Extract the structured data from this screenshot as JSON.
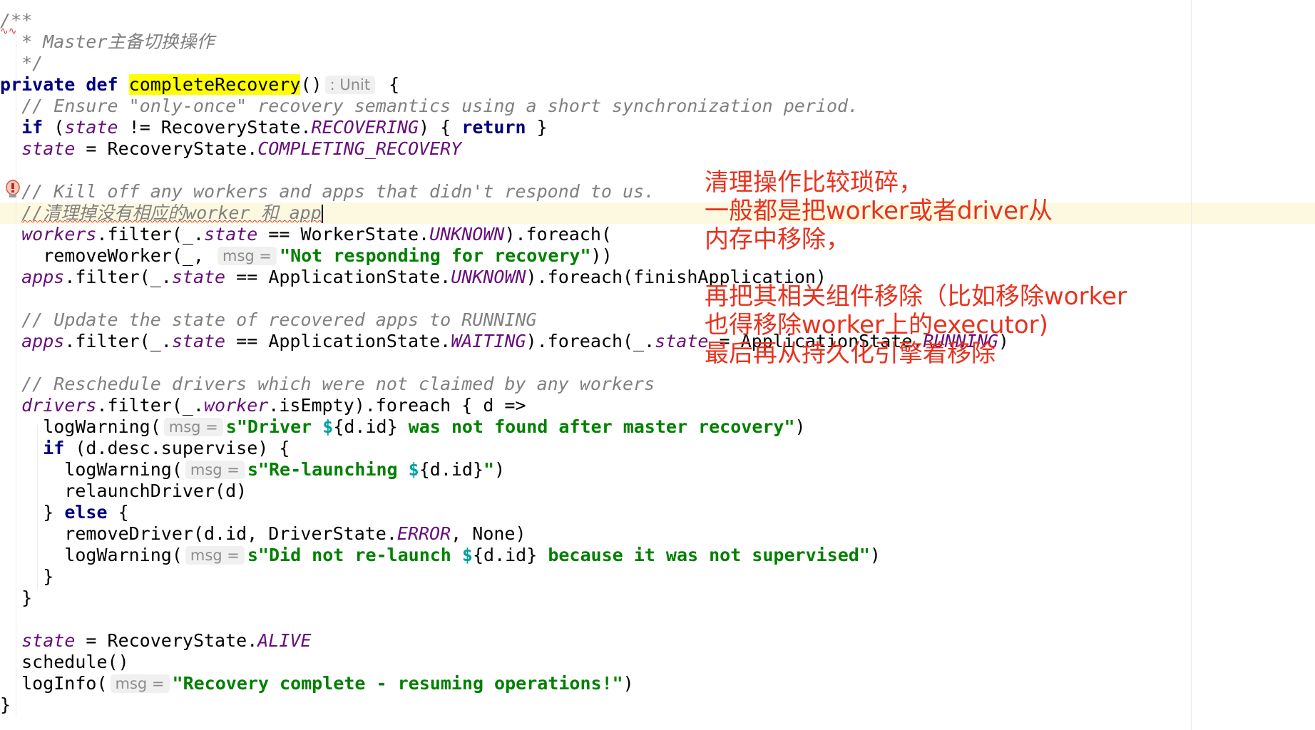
{
  "code_lines": [
    {
      "parts": [
        {
          "t": "/**",
          "c": "c"
        }
      ]
    },
    {
      "parts": [
        {
          "t": "  * Master主备切换操作",
          "c": "c"
        }
      ]
    },
    {
      "parts": [
        {
          "t": "  */",
          "c": "c"
        }
      ]
    },
    {
      "parts": [
        {
          "t": "private",
          "c": "k"
        },
        {
          "t": " "
        },
        {
          "t": "def",
          "c": "k"
        },
        {
          "t": " "
        },
        {
          "t": "completeRecovery",
          "c": "hl"
        },
        {
          "t": "()"
        },
        {
          "hint": ": Unit"
        },
        {
          "t": " {"
        }
      ]
    },
    {
      "parts": [
        {
          "t": "  "
        },
        {
          "t": "// Ensure \"only-once\" recovery semantics using a short synchronization period.",
          "c": "c"
        }
      ]
    },
    {
      "parts": [
        {
          "t": "  "
        },
        {
          "t": "if",
          "c": "k"
        },
        {
          "t": " ("
        },
        {
          "t": "state",
          "c": "f"
        },
        {
          "t": " != RecoveryState."
        },
        {
          "t": "RECOVERING",
          "c": "f"
        },
        {
          "t": ") { "
        },
        {
          "t": "return",
          "c": "k"
        },
        {
          "t": " }"
        }
      ]
    },
    {
      "parts": [
        {
          "t": "  "
        },
        {
          "t": "state",
          "c": "f"
        },
        {
          "t": " = RecoveryState."
        },
        {
          "t": "COMPLETING_RECOVERY",
          "c": "f"
        }
      ]
    },
    {
      "parts": []
    },
    {
      "parts": [
        {
          "t": "  "
        },
        {
          "t": "// Kill off any workers and apps that didn't respond to us.",
          "c": "c"
        }
      ]
    },
    {
      "parts": [
        {
          "t": "  "
        },
        {
          "t": "//清理掉没有相应的worker 和 app",
          "c": "cw"
        },
        {
          "caret": true
        }
      ]
    },
    {
      "parts": [
        {
          "t": "  "
        },
        {
          "t": "workers",
          "c": "f"
        },
        {
          "t": ".filter(_."
        },
        {
          "t": "state",
          "c": "f"
        },
        {
          "t": " == WorkerState."
        },
        {
          "t": "UNKNOWN",
          "c": "f"
        },
        {
          "t": ").foreach("
        }
      ]
    },
    {
      "parts": [
        {
          "t": "    removeWorker(_, "
        },
        {
          "hint": "msg ="
        },
        {
          "t": "\"Not responding for recovery\"",
          "c": "s"
        },
        {
          "t": "))"
        }
      ]
    },
    {
      "parts": [
        {
          "t": "  "
        },
        {
          "t": "apps",
          "c": "f"
        },
        {
          "t": ".filter(_."
        },
        {
          "t": "state",
          "c": "f"
        },
        {
          "t": " == ApplicationState."
        },
        {
          "t": "UNKNOWN",
          "c": "f"
        },
        {
          "t": ").foreach(finishApplication)"
        }
      ]
    },
    {
      "parts": []
    },
    {
      "parts": [
        {
          "t": "  "
        },
        {
          "t": "// Update the state of recovered apps to RUNNING",
          "c": "c"
        }
      ]
    },
    {
      "parts": [
        {
          "t": "  "
        },
        {
          "t": "apps",
          "c": "f"
        },
        {
          "t": ".filter(_."
        },
        {
          "t": "state",
          "c": "f"
        },
        {
          "t": " == ApplicationState."
        },
        {
          "t": "WAITING",
          "c": "f"
        },
        {
          "t": ").foreach(_."
        },
        {
          "t": "state",
          "c": "f"
        },
        {
          "t": " = ApplicationState."
        },
        {
          "t": "RUNNING",
          "c": "f"
        },
        {
          "t": ")"
        }
      ]
    },
    {
      "parts": []
    },
    {
      "parts": [
        {
          "t": "  "
        },
        {
          "t": "// Reschedule drivers which were not claimed by any workers",
          "c": "c"
        }
      ]
    },
    {
      "parts": [
        {
          "t": "  "
        },
        {
          "t": "drivers",
          "c": "f"
        },
        {
          "t": ".filter(_."
        },
        {
          "t": "worker",
          "c": "f"
        },
        {
          "t": ".isEmpty).foreach { d =>"
        }
      ]
    },
    {
      "parts": [
        {
          "t": "    logWarning("
        },
        {
          "hint": "msg ="
        },
        {
          "t": "s\"Driver ",
          "c": "s"
        },
        {
          "t": "$",
          "c": "sv"
        },
        {
          "t": "{d.id}"
        },
        {
          "t": " was not found after master recovery\"",
          "c": "s"
        },
        {
          "t": ")"
        }
      ]
    },
    {
      "parts": [
        {
          "t": "    "
        },
        {
          "t": "if",
          "c": "k"
        },
        {
          "t": " (d.desc.supervise) {"
        }
      ]
    },
    {
      "parts": [
        {
          "t": "      logWarning("
        },
        {
          "hint": "msg ="
        },
        {
          "t": "s\"Re-launching ",
          "c": "s"
        },
        {
          "t": "$",
          "c": "sv"
        },
        {
          "t": "{d.id}"
        },
        {
          "t": "\"",
          "c": "s"
        },
        {
          "t": ")"
        }
      ]
    },
    {
      "parts": [
        {
          "t": "      relaunchDriver(d)"
        }
      ]
    },
    {
      "parts": [
        {
          "t": "    } "
        },
        {
          "t": "else",
          "c": "k"
        },
        {
          "t": " {"
        }
      ]
    },
    {
      "parts": [
        {
          "t": "      removeDriver(d.id, DriverState."
        },
        {
          "t": "ERROR",
          "c": "f"
        },
        {
          "t": ", None)"
        }
      ]
    },
    {
      "parts": [
        {
          "t": "      logWarning("
        },
        {
          "hint": "msg ="
        },
        {
          "t": "s\"Did not re-launch ",
          "c": "s"
        },
        {
          "t": "$",
          "c": "sv"
        },
        {
          "t": "{d.id}"
        },
        {
          "t": " because it was not supervised\"",
          "c": "s"
        },
        {
          "t": ")"
        }
      ]
    },
    {
      "parts": [
        {
          "t": "    }"
        }
      ]
    },
    {
      "parts": [
        {
          "t": "  }"
        }
      ]
    },
    {
      "parts": []
    },
    {
      "parts": [
        {
          "t": "  "
        },
        {
          "t": "state",
          "c": "f"
        },
        {
          "t": " = RecoveryState."
        },
        {
          "t": "ALIVE",
          "c": "f"
        }
      ]
    },
    {
      "parts": [
        {
          "t": "  schedule()"
        }
      ]
    },
    {
      "parts": [
        {
          "t": "  logInfo("
        },
        {
          "hint": "msg ="
        },
        {
          "t": "\"Recovery complete - resuming operations!\"",
          "c": "s"
        },
        {
          "t": ")"
        }
      ]
    },
    {
      "parts": [
        {
          "t": "}"
        }
      ]
    }
  ],
  "annotation": {
    "lines": [
      "清理操作比较琐碎，",
      "一般都是把worker或者driver从",
      "内存中移除，",
      "",
      "再把其相关组件移除（比如移除worker",
      "也得移除worker上的executor)",
      "最后再从持久化引擎着移除"
    ],
    "color": "#e8321e"
  },
  "icons": {
    "gutter": "lightbulb-error-icon"
  }
}
